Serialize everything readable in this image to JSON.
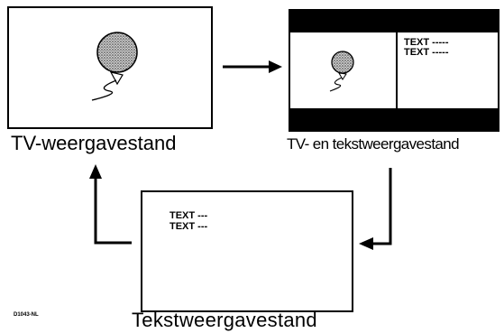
{
  "captions": {
    "tv_mode": "TV-weergavestand",
    "tv_text_mode": "TV- en tekstweergavestand",
    "text_mode": "Tekstweergavestand"
  },
  "screen_text": {
    "line1": "TEXT ---",
    "line2": "TEXT ---",
    "split_line1": "TEXT -----",
    "split_line2": "TEXT -----"
  },
  "figure_code": "D1043-NL",
  "colors": {
    "ink": "#000000",
    "paper": "#ffffff",
    "balloon_fill": "#8a8a8a"
  },
  "icons": [
    "balloon-icon",
    "arrow-right",
    "arrow-down-left",
    "arrow-up"
  ]
}
